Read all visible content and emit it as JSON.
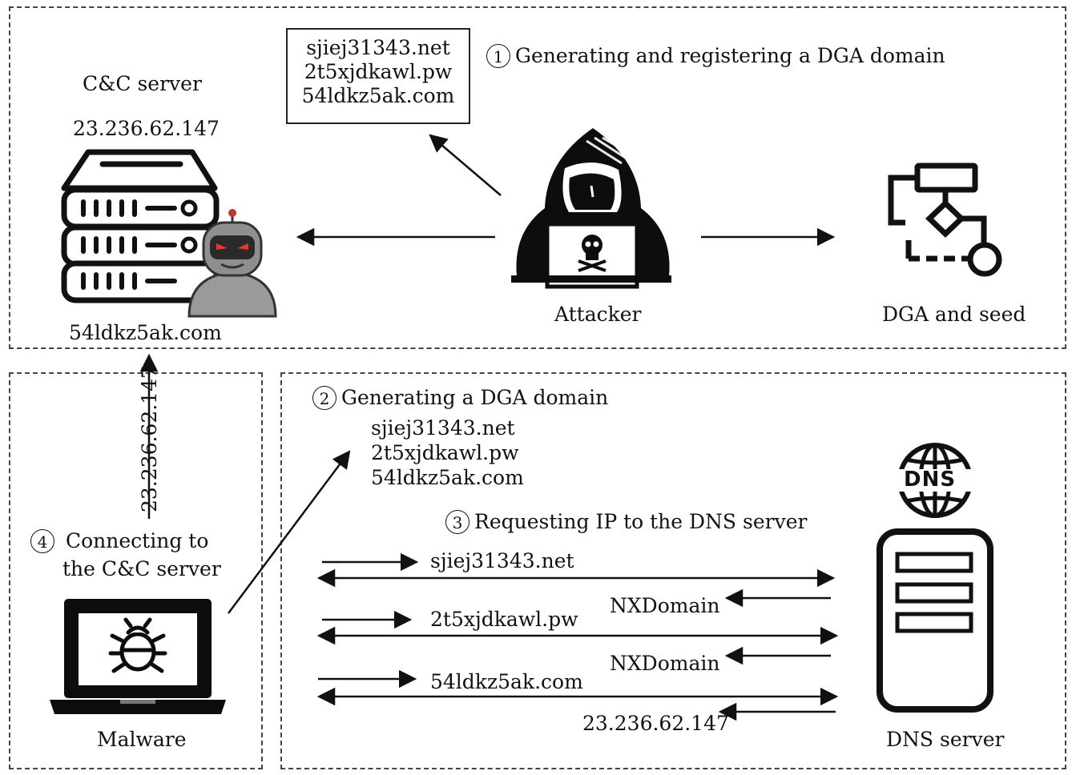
{
  "top": {
    "cc_server_label": "C&C server",
    "cc_server_ip": "23.236.62.147",
    "cc_server_domain": "54ldkz5ak.com",
    "callout_domains": [
      "sjiej31343.net",
      "2t5xjdkawl.pw",
      "54ldkz5ak.com"
    ],
    "step1_number": "1",
    "step1_label": "Generating and registering a DGA domain",
    "attacker_label": "Attacker",
    "dga_label": "DGA and seed"
  },
  "left": {
    "arrow_ip": "23.236.62.147",
    "step4_number": "4",
    "step4_line1": "Connecting to",
    "step4_line2": "the C&C server",
    "malware_label": "Malware"
  },
  "right": {
    "step2_number": "2",
    "step2_label": "Generating a DGA domain",
    "generated_domains": [
      "sjiej31343.net",
      "2t5xjdkawl.pw",
      "54ldkz5ak.com"
    ],
    "step3_number": "3",
    "step3_label": "Requesting IP to the DNS server",
    "queries": [
      {
        "request": "sjiej31343.net",
        "response": "NXDomain"
      },
      {
        "request": "2t5xjdkawl.pw",
        "response": "NXDomain"
      },
      {
        "request": "54ldkz5ak.com",
        "response": "23.236.62.147"
      }
    ],
    "dns_icon_text": "DNS",
    "dns_server_label": "DNS server"
  }
}
